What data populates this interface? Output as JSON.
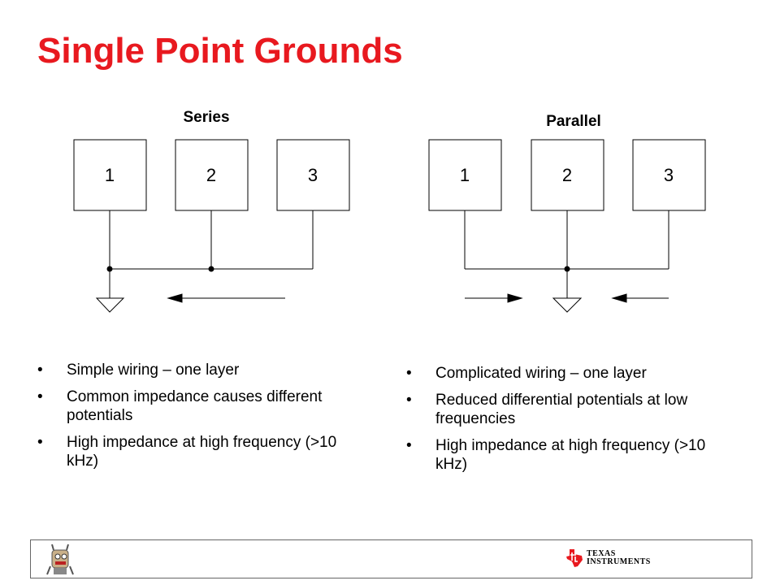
{
  "slide": {
    "title": "Single Point Grounds"
  },
  "series": {
    "label": "Series",
    "boxes": [
      "1",
      "2",
      "3"
    ],
    "bullets": [
      "Simple wiring – one layer",
      "Common impedance causes different potentials",
      "High impedance at high frequency (>10 kHz)"
    ]
  },
  "parallel": {
    "label": "Parallel",
    "boxes": [
      "1",
      "2",
      "3"
    ],
    "bullets": [
      "Complicated wiring – one layer",
      "Reduced differential potentials at low frequencies",
      "High impedance at high frequency (>10 kHz)"
    ]
  },
  "footer": {
    "logo_line1": "Texas",
    "logo_line2": "Instruments",
    "brand_color": "#e8191f"
  },
  "colors": {
    "title": "#e8191f",
    "lines": "#000000"
  }
}
